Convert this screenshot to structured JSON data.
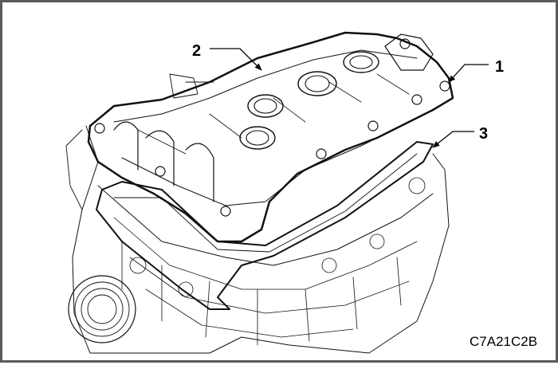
{
  "callouts": [
    {
      "number": "1"
    },
    {
      "number": "2"
    },
    {
      "number": "3"
    }
  ],
  "figure_code": "C7A21C2B"
}
